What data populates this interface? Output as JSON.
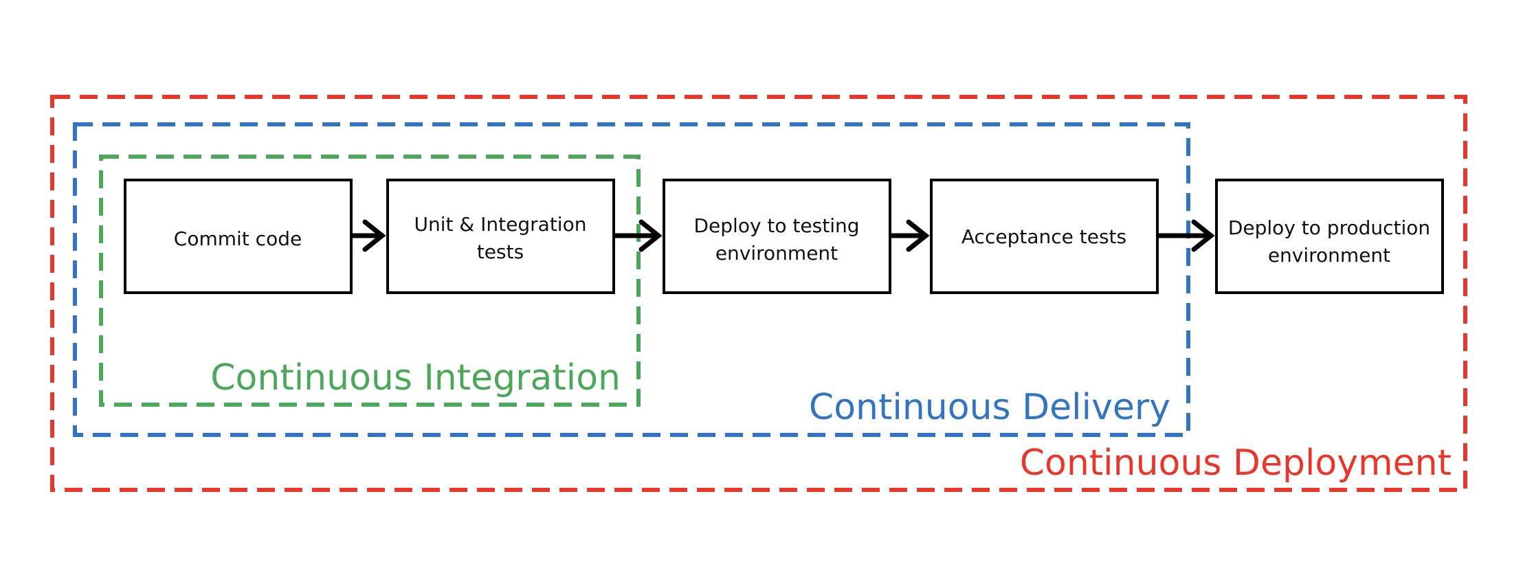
{
  "colors": {
    "continuous_deployment": "#e8362b",
    "continuous_delivery": "#3274c0",
    "continuous_integration": "#4ba85b",
    "box_stroke": "#000000",
    "arrow": "#000000"
  },
  "groups": {
    "continuous_integration": "Continuous Integration",
    "continuous_delivery": "Continuous Delivery",
    "continuous_deployment": "Continuous Deployment"
  },
  "steps": [
    {
      "lines": [
        "Commit code"
      ]
    },
    {
      "lines": [
        "Unit & Integration",
        "tests"
      ]
    },
    {
      "lines": [
        "Deploy to testing",
        "environment"
      ]
    },
    {
      "lines": [
        "Acceptance tests"
      ]
    },
    {
      "lines": [
        "Deploy to production",
        "environment"
      ]
    }
  ]
}
